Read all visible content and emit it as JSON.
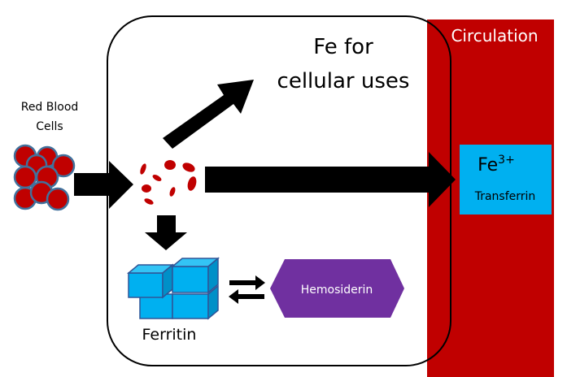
{
  "labels": {
    "red_blood_cells_line1": "Red Blood",
    "red_blood_cells_line2": "Cells",
    "fe_uses_line1": "Fe for",
    "fe_uses_line2": "cellular uses",
    "circulation": "Circulation",
    "fe_base": "Fe",
    "fe_charge": "3+",
    "transferrin": "Transferrin",
    "ferritin": "Ferritin",
    "hemosiderin": "Hemosiderin"
  },
  "colors": {
    "circulation": "#c00000",
    "rbc_fill": "#c00000",
    "rbc_stroke": "#41719c",
    "transferrin": "#00b0f0",
    "ferritin": "#00b0f0",
    "hemosiderin": "#7030a0",
    "arrow": "#000000"
  }
}
